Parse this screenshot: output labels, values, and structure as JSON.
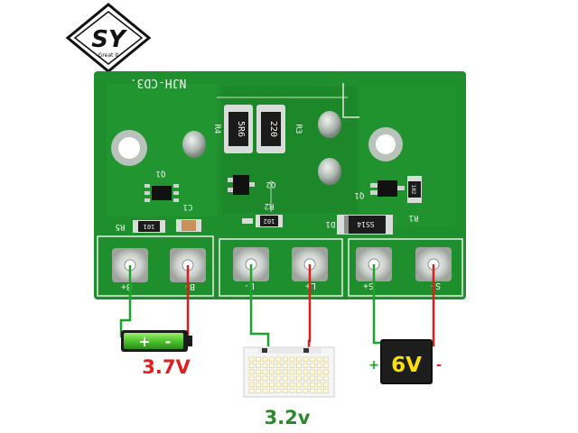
{
  "logo": {
    "monogram": "SY",
    "tagline": "Great it"
  },
  "board": {
    "name": "NJH-CD3.",
    "components": {
      "r4_label": "R4",
      "r4_value": "5R6",
      "r3_label": "R3",
      "r3_value": "220",
      "q1_left_label": "Q1",
      "q2_label": "Q2",
      "r2_label": "R2",
      "r2_value": "102",
      "r5_label": "R5",
      "r5_value": "101",
      "c1_label": "C1",
      "d1_label": "D1",
      "d1_value": "SS14",
      "q1_right_label": "Q1",
      "r1_label": "R1",
      "r1_value": "102"
    },
    "pads": {
      "b_plus": "B+",
      "b_minus": "B-",
      "l_minus": "L-",
      "l_plus": "L+",
      "s_plus": "S+",
      "s_minus": "S-"
    }
  },
  "battery": {
    "plus_sign": "+",
    "minus_sign": "-",
    "voltage": "3.7V"
  },
  "led_panel": {
    "voltage": "3.2v"
  },
  "solar": {
    "plus_sign": "+",
    "minus_sign": "-",
    "voltage": "6V"
  },
  "colors": {
    "board": "#1f8f2e",
    "board_dark": "#157a22",
    "wire_positive": "#e01b1b",
    "wire_negative": "#1aa52a",
    "label_red": "#e0201e",
    "label_green": "#2c8a2c"
  }
}
